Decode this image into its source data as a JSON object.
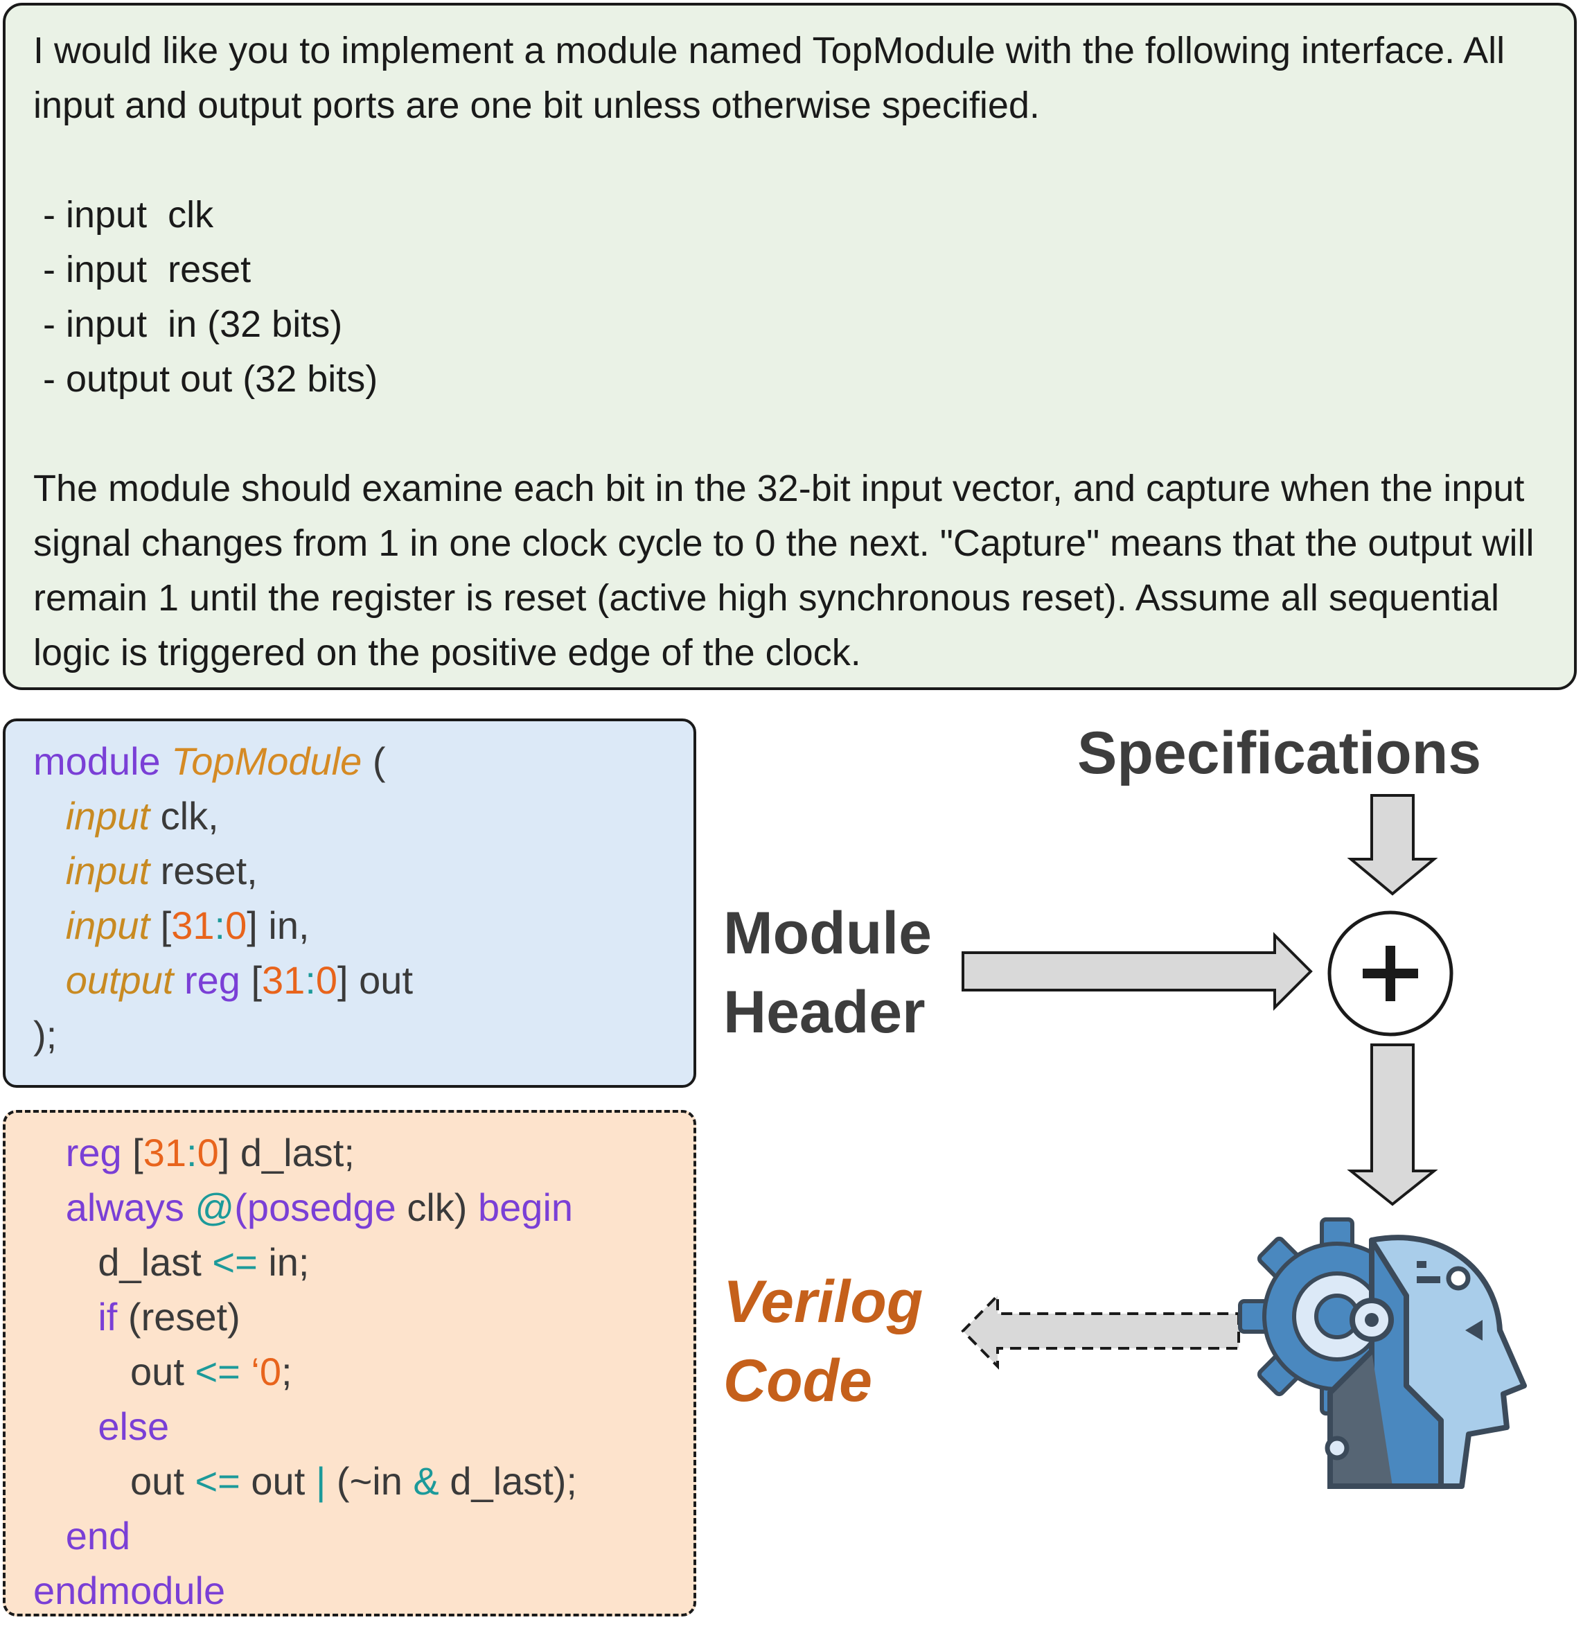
{
  "specification": {
    "intro": "I would like you to implement a module named TopModule with the following interface. All input and output ports are one bit unless otherwise specified.",
    "ports": [
      "- input  clk",
      "- input  reset",
      "- input  in (32 bits)",
      "- output out (32 bits)"
    ],
    "description": "The module should examine each bit in the 32-bit input vector, and capture when the input signal changes from 1 in one clock cycle to 0 the next. \"Capture\" means that the output will remain 1 until the register is reset (active high synchronous reset).  Assume all sequential logic is triggered on the positive edge of the clock."
  },
  "module_header": {
    "keyword_module": "module",
    "module_name": "TopModule",
    "open_paren": " (",
    "port_clk": {
      "dir": "input",
      "rest": " clk,"
    },
    "port_reset": {
      "dir": "input",
      "rest": " reset,"
    },
    "port_in": {
      "dir": "input",
      "lbr": " [",
      "hi": "31",
      "colon": ":",
      "lo": "0",
      "rest": "] in,"
    },
    "port_out": {
      "dir": "output",
      "reg": " reg",
      "lbr": " [",
      "hi": "31",
      "colon": ":",
      "lo": "0",
      "rest": "] out"
    },
    "close": ");"
  },
  "module_body": {
    "l1": {
      "reg": "reg",
      "lbr": " [",
      "hi": "31",
      "colon": ":",
      "lo": "0",
      "rest": "] d_last;"
    },
    "l2": {
      "always": "always",
      "at": " @",
      "paren": "(",
      "posedge": "posedge",
      "clk": " clk) ",
      "begin": "begin"
    },
    "l3": {
      "lhs": "d_last ",
      "op": "<=",
      "rhs": " in;"
    },
    "l4": {
      "if": "if",
      "rest": " (reset)"
    },
    "l5": {
      "lhs": "out ",
      "op": "<=",
      "sp": " ",
      "val": "‘0",
      "end": ";"
    },
    "l6": {
      "else": "else"
    },
    "l7": {
      "lhs": "out ",
      "op": "<=",
      "mid": " out ",
      "or": "|",
      "p1": " (~in ",
      "and": "&",
      "p2": " d_last);"
    },
    "l8": {
      "end": "end"
    },
    "l9": {
      "endmodule": "endmodule"
    }
  },
  "labels": {
    "specifications": "Specifications",
    "module_header_line1": "Module",
    "module_header_line2": "Header",
    "verilog_line1": "Verilog",
    "verilog_line2": "Code",
    "combine_symbol": "+"
  },
  "icons": {
    "combine": "plus-circle-icon",
    "llm": "ai-head-gear-icon"
  },
  "colors": {
    "spec_bg": "#eaf2e6",
    "header_bg": "#dce9f7",
    "body_bg": "#fde3cc",
    "keyword": "#7a3fd6",
    "identifier": "#d58a24",
    "number": "#e8641c",
    "operator": "#1c9a9a",
    "verilog_label": "#c5601b",
    "arrow_fill": "#d9d9d9"
  }
}
